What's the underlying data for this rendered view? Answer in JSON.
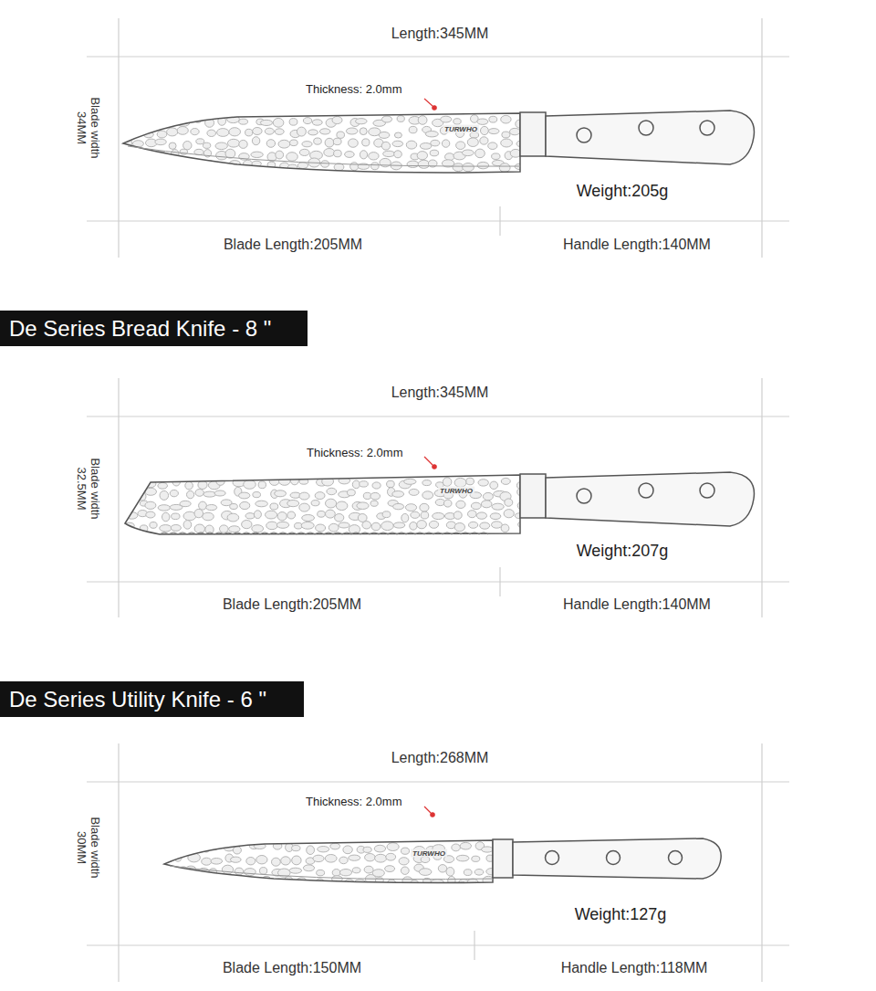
{
  "diagram": {
    "nodes": [
      {
        "text": [
          "De Series Bread Knife - 8 \""
        ]
      },
      {
        "text": [
          "De Series Utility Knife - 6 \""
        ]
      }
    ],
    "labels": [
      "Length:345MM",
      "Thickness: 2.0mm",
      "Blade width 34MM",
      "TURWHO",
      "Weight:205g",
      "Blade Length:205MM",
      "Handle Length:140MM",
      "Length:345MM",
      "Thickness: 2.0mm",
      "Blade width 32.5MM",
      "TURWHO",
      "Weight:207g",
      "Blade Length:205MM",
      "Handle Length:140MM",
      "Length:268MM",
      "Thickness: 2.0mm",
      "Blade width 30MM",
      "TURWHO",
      "Weight:127g",
      "Blade Length:150MM",
      "Handle Length:118MM"
    ]
  }
}
